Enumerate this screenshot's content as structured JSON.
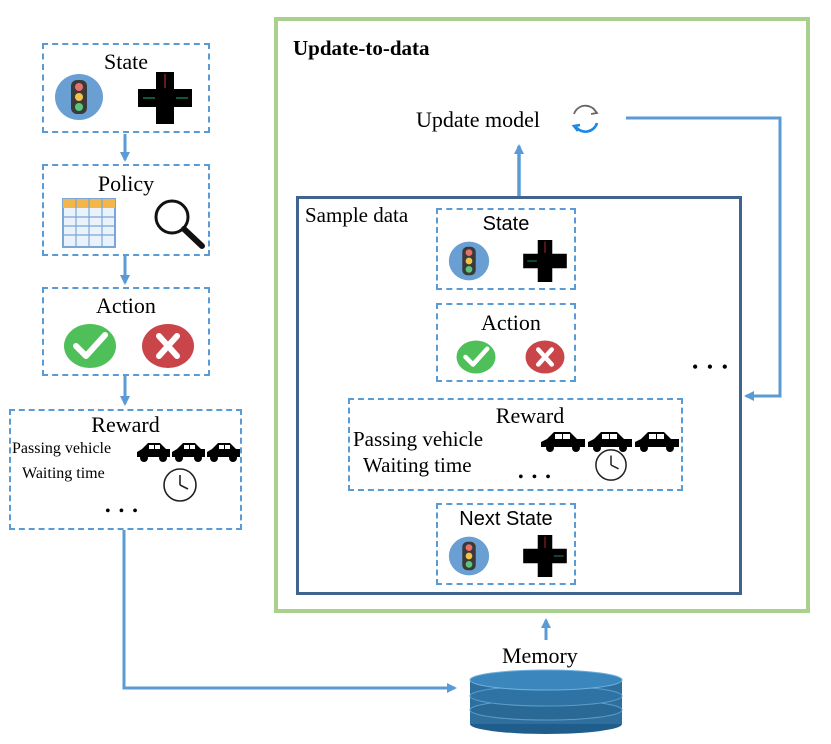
{
  "left_column": {
    "state_label": "State",
    "policy_label": "Policy",
    "action_label": "Action",
    "reward": {
      "title": "Reward",
      "line1": "Passing vehicle",
      "line2": "Waiting time",
      "ellipsis": "• • •"
    }
  },
  "update_panel": {
    "title": "Update-to-data",
    "update_model_label": "Update model",
    "ellipsis": "• • •"
  },
  "sample_panel": {
    "title": "Sample data",
    "state_label": "State",
    "action_label": "Action",
    "reward": {
      "title": "Reward",
      "line1": "Passing vehicle",
      "line2": "Waiting time",
      "ellipsis": "• • •"
    },
    "next_state_label": "Next State"
  },
  "memory_label": "Memory",
  "colors": {
    "dashed_border": "#5b9bd5",
    "arrow": "#5b9bd5",
    "update_panel_border": "#a9d18e",
    "sample_panel_border": "#41648f",
    "database": "#2e6f9e"
  }
}
